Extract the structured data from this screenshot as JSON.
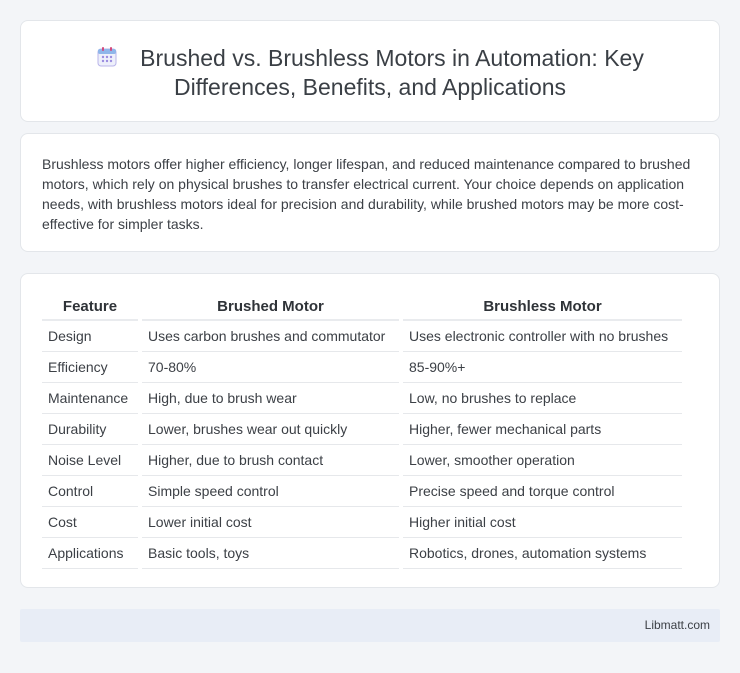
{
  "title": "Brushed vs. Brushless Motors in Automation: Key Differences, Benefits, and Applications",
  "summary": "Brushless motors offer higher efficiency, longer lifespan, and reduced maintenance compared to brushed motors, which rely on physical brushes to transfer electrical current. Your choice depends on application needs, with brushless motors ideal for precision and durability, while brushed motors may be more cost-effective for simpler tasks.",
  "table": {
    "headers": [
      "Feature",
      "Brushed Motor",
      "Brushless Motor"
    ],
    "rows": [
      [
        "Design",
        "Uses carbon brushes and commutator",
        "Uses electronic controller with no brushes"
      ],
      [
        "Efficiency",
        "70-80%",
        "85-90%+"
      ],
      [
        "Maintenance",
        "High, due to brush wear",
        "Low, no brushes to replace"
      ],
      [
        "Durability",
        "Lower, brushes wear out quickly",
        "Higher, fewer mechanical parts"
      ],
      [
        "Noise Level",
        "Higher, due to brush contact",
        "Lower, smoother operation"
      ],
      [
        "Control",
        "Simple speed control",
        "Precise speed and torque control"
      ],
      [
        "Cost",
        "Lower initial cost",
        "Higher initial cost"
      ],
      [
        "Applications",
        "Basic tools, toys",
        "Robotics, drones, automation systems"
      ]
    ]
  },
  "footer": "Libmatt.com",
  "colors": {
    "background": "#f3f5f8",
    "footer_bg": "#e8edf6",
    "icon_accent": "#8a7ad8"
  },
  "icons": [
    "calendar-icon"
  ]
}
